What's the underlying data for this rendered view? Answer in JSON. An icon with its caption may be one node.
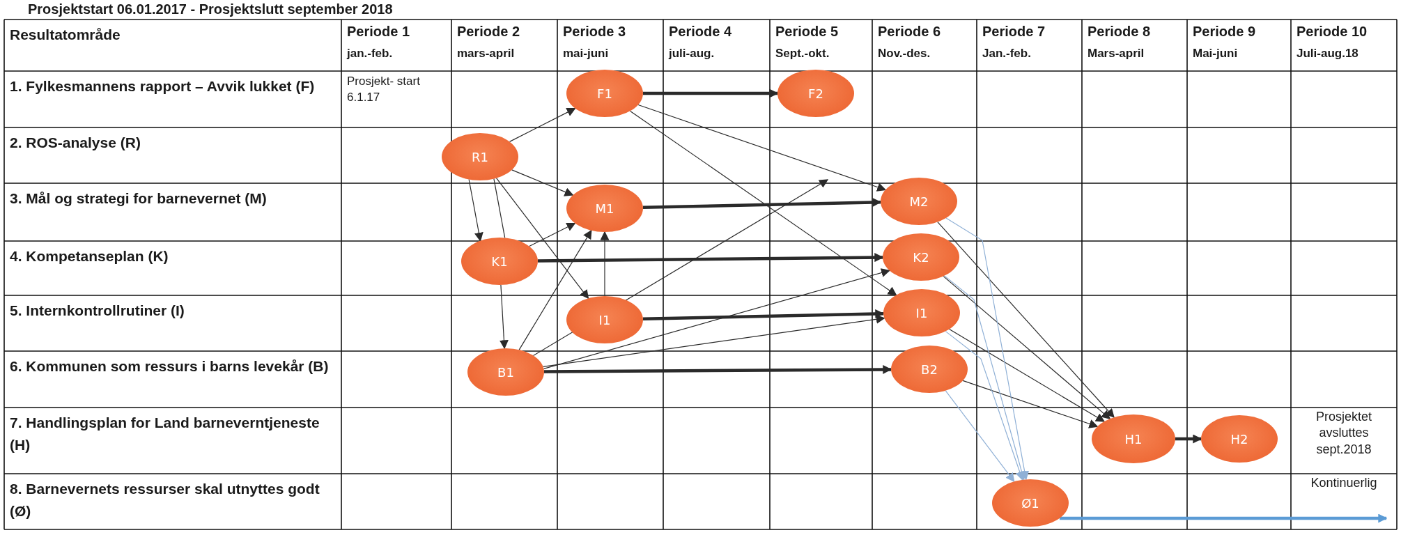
{
  "diagram": {
    "title": "Prosjektstart 06.01.2017 - Prosjektslutt september 2018",
    "nodes": [
      {
        "text": [
          "F1"
        ]
      },
      {
        "text": [
          "F2"
        ]
      },
      {
        "text": [
          "R1"
        ]
      },
      {
        "text": [
          "M1"
        ]
      },
      {
        "text": [
          "M2"
        ]
      },
      {
        "text": [
          "K1"
        ]
      },
      {
        "text": [
          "K2"
        ]
      },
      {
        "text": [
          "I1"
        ]
      },
      {
        "text": [
          "I1"
        ]
      },
      {
        "text": [
          "B1"
        ]
      },
      {
        "text": [
          "B2"
        ]
      },
      {
        "text": [
          "H1"
        ]
      },
      {
        "text": [
          "H2"
        ]
      },
      {
        "text": [
          "Ø1"
        ]
      }
    ],
    "edges": [
      {
        "from": 0,
        "to": 1,
        "arrow": "to",
        "style": "thick"
      },
      {
        "from": 2,
        "to": 0,
        "arrow": "to"
      },
      {
        "from": 0,
        "to": 4,
        "arrow": "to"
      },
      {
        "from": 0,
        "to": 8,
        "arrow": "to"
      },
      {
        "from": 2,
        "to": 3,
        "arrow": "to"
      },
      {
        "from": 2,
        "to": 5,
        "arrow": "to"
      },
      {
        "from": 5,
        "to": 2,
        "arrow": "none"
      },
      {
        "from": 2,
        "to": 7,
        "arrow": "to"
      },
      {
        "from": 5,
        "to": 3,
        "arrow": "to"
      },
      {
        "from": 7,
        "to": 3,
        "arrow": "to"
      },
      {
        "from": 9,
        "to": 3,
        "arrow": "to"
      },
      {
        "from": 3,
        "to": 4,
        "arrow": "to",
        "style": "thick"
      },
      {
        "from": 5,
        "to": 6,
        "arrow": "to",
        "style": "thick"
      },
      {
        "from": 5,
        "to": 9,
        "arrow": "to"
      },
      {
        "from": 9,
        "to": null,
        "arrow": "to"
      },
      {
        "from": 9,
        "to": 6,
        "arrow": "to"
      },
      {
        "from": 7,
        "to": 8,
        "arrow": "to",
        "style": "thick"
      },
      {
        "from": 9,
        "to": 8,
        "arrow": "to"
      },
      {
        "from": 9,
        "to": 10,
        "arrow": "to",
        "style": "thick"
      },
      {
        "from": 4,
        "to": 11,
        "arrow": "to"
      },
      {
        "from": 6,
        "to": 11,
        "arrow": "to"
      },
      {
        "from": 8,
        "to": 11,
        "arrow": "to"
      },
      {
        "from": 10,
        "to": 11,
        "arrow": "to"
      },
      {
        "from": 4,
        "to": 13,
        "arrow": "to",
        "color": "#8fb0d6"
      },
      {
        "from": 6,
        "to": 13,
        "arrow": "to",
        "color": "#8fb0d6"
      },
      {
        "from": 8,
        "to": 13,
        "arrow": "to",
        "color": "#8fb0d6"
      },
      {
        "from": 10,
        "to": 13,
        "arrow": "to",
        "color": "#8fb0d6"
      },
      {
        "from": 11,
        "to": 12,
        "arrow": "to",
        "style": "thick"
      },
      {
        "from": 13,
        "to": null,
        "arrow": "to",
        "style": "thick",
        "color": "#5b9bd5"
      }
    ],
    "labels": [
      "Resultatområde",
      "Periode 1",
      "jan.-feb.",
      "Periode 2",
      "mars-april",
      "Periode 3",
      "mai-juni",
      "Periode 4",
      "juli-aug.",
      "Periode 5",
      "Sept.-okt.",
      "Periode 6",
      "Nov.-des.",
      "Periode 7",
      "Jan.-feb.",
      "Periode 8",
      "Mars-april",
      "Periode 9",
      "Mai-juni",
      "Periode 10",
      "Juli-aug.18",
      "1. Fylkesmannens rapport – Avvik lukket (F)",
      "Prosjekt- start 6.1.17",
      "2. ROS-analyse (R)",
      "3. Mål og strategi for barnevernet (M)",
      "4. Kompetanseplan (K)",
      "5. Internkontrollrutiner (I)",
      "6. Kommunen som ressurs i barns levekår (B)",
      "7. Handlingsplan for Land barneverntjeneste (H)",
      "Prosjektet avsluttes sept.2018",
      "8. Barnevernets ressurser skal utnyttes godt (Ø)",
      "Kontinuerlig"
    ]
  }
}
